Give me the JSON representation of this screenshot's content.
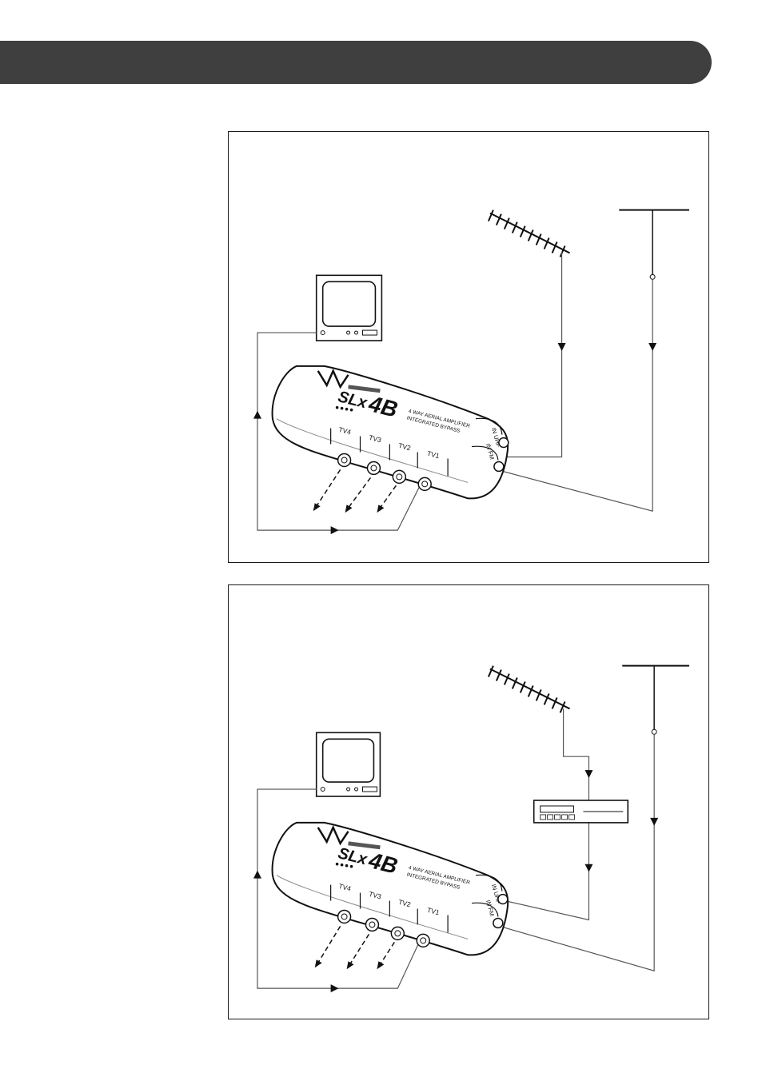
{
  "header": {
    "bar_color": "#3f3f3f"
  },
  "panels": [
    {
      "id": "direct-connection",
      "amplifier": {
        "brand": "SLx",
        "model": "4B",
        "description_line1": "4 WAY AERIAL AMPLIFIER",
        "description_line2": "INTEGRATED BYPASS",
        "outputs": [
          "TV4",
          "TV3",
          "TV2",
          "TV1"
        ],
        "inputs": [
          "IN UHF",
          "IN FM"
        ]
      },
      "has_set_top_box": false
    },
    {
      "id": "via-set-top-box",
      "amplifier": {
        "brand": "SLx",
        "model": "4B",
        "description_line1": "4 WAY AERIAL AMPLIFIER",
        "description_line2": "INTEGRATED BYPASS",
        "outputs": [
          "TV4",
          "TV3",
          "TV2",
          "TV1"
        ],
        "inputs": [
          "IN UHF",
          "IN FM"
        ]
      },
      "has_set_top_box": true
    }
  ]
}
